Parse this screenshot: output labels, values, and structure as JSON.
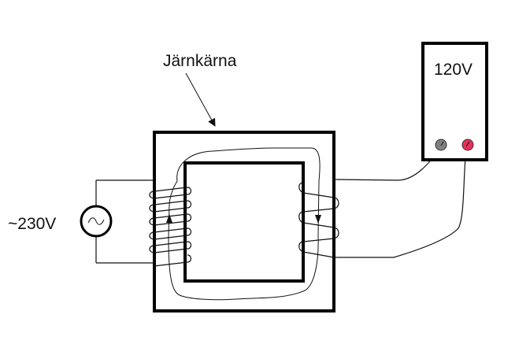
{
  "labels": {
    "core": "Järnkärna",
    "source": "~230V",
    "meter": "120V"
  },
  "colors": {
    "line": "#111111",
    "terminal_black": "#808080",
    "terminal_red": "#e8305a"
  },
  "components": {
    "primary_turns": 6,
    "secondary_turns": 3
  }
}
